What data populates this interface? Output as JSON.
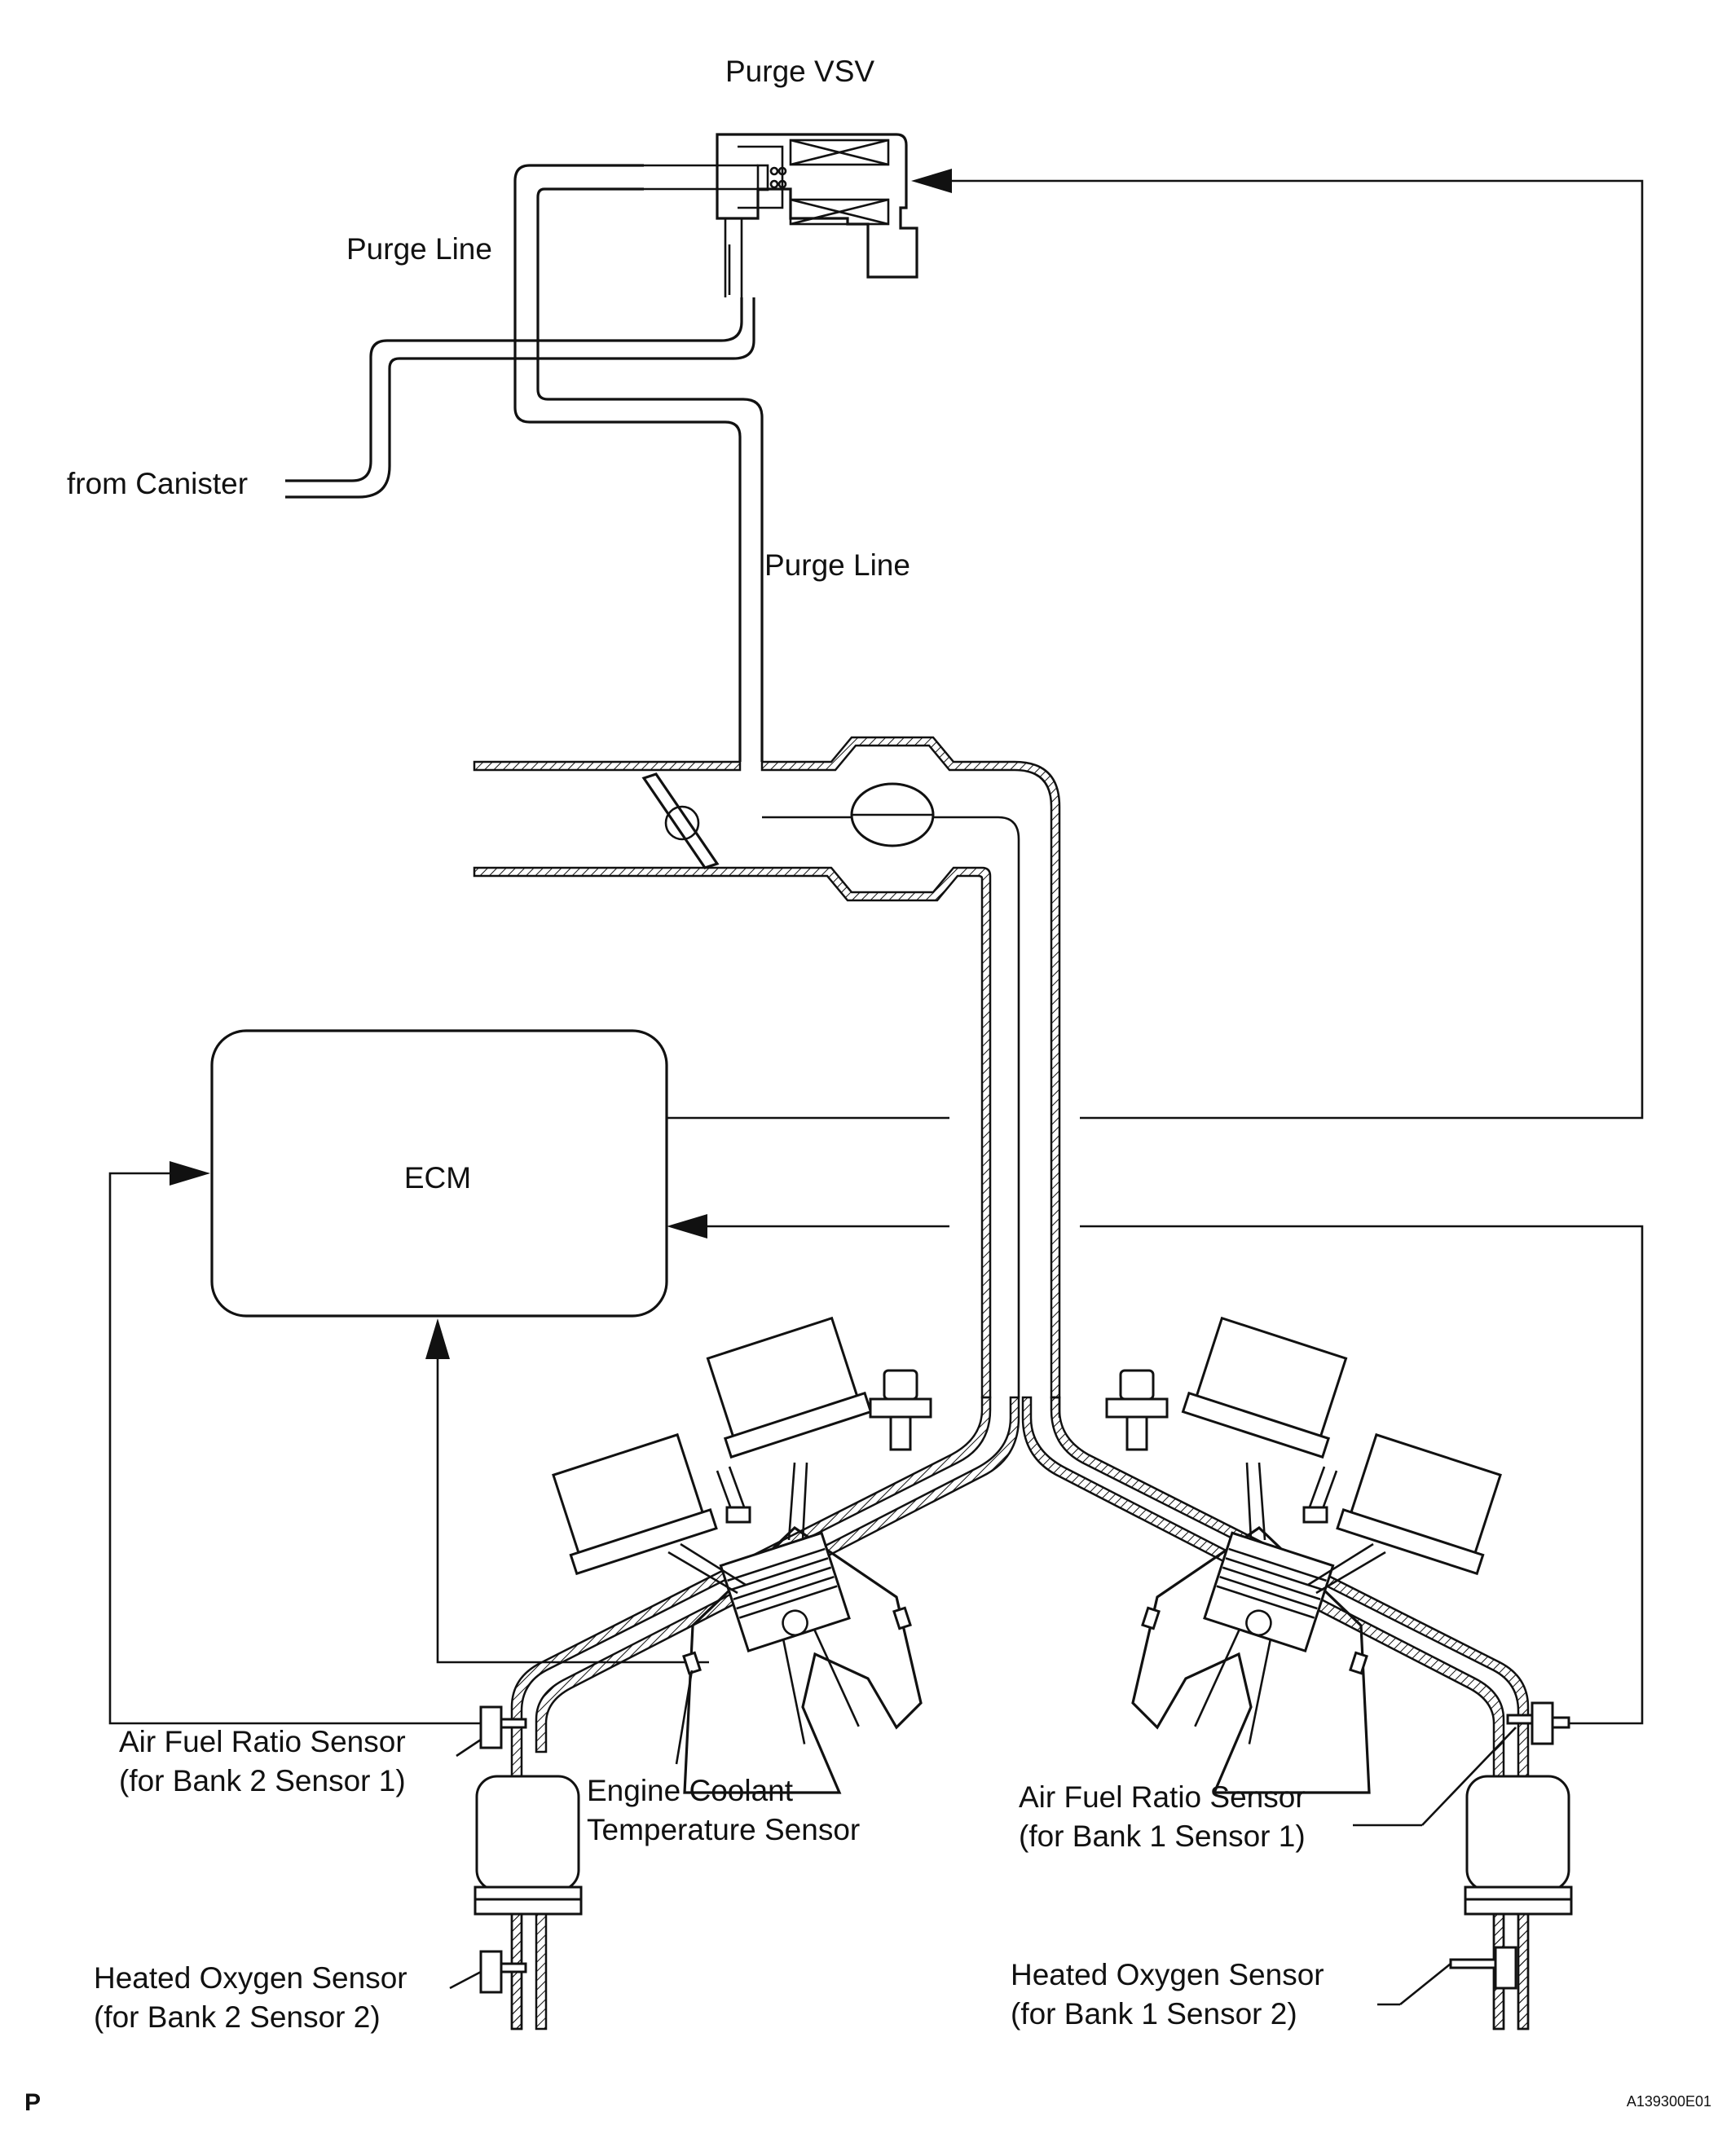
{
  "diagram": {
    "labels": {
      "purge_vsv": "Purge VSV",
      "purge_line_upper": "Purge Line",
      "purge_line_lower": "Purge Line",
      "from_canister": "from Canister",
      "ecm": "ECM",
      "af_sensor_b2_line1": "Air Fuel Ratio Sensor",
      "af_sensor_b2_line2": "(for Bank 2 Sensor 1)",
      "ect_sensor_line1": "Engine Coolant",
      "ect_sensor_line2": "Temperature Sensor",
      "af_sensor_b1_line1": "Air Fuel Ratio Sensor",
      "af_sensor_b1_line2": "(for Bank 1 Sensor 1)",
      "ho2_b2_line1": "Heated Oxygen Sensor",
      "ho2_b2_line2": "(for Bank 2 Sensor 2)",
      "ho2_b1_line1": "Heated Oxygen Sensor",
      "ho2_b1_line2": "(for Bank 1 Sensor 2)",
      "corner_mark": "P",
      "figure_code": "A139300E01"
    },
    "colors": {
      "line": "#111111",
      "background": "#ffffff"
    }
  }
}
